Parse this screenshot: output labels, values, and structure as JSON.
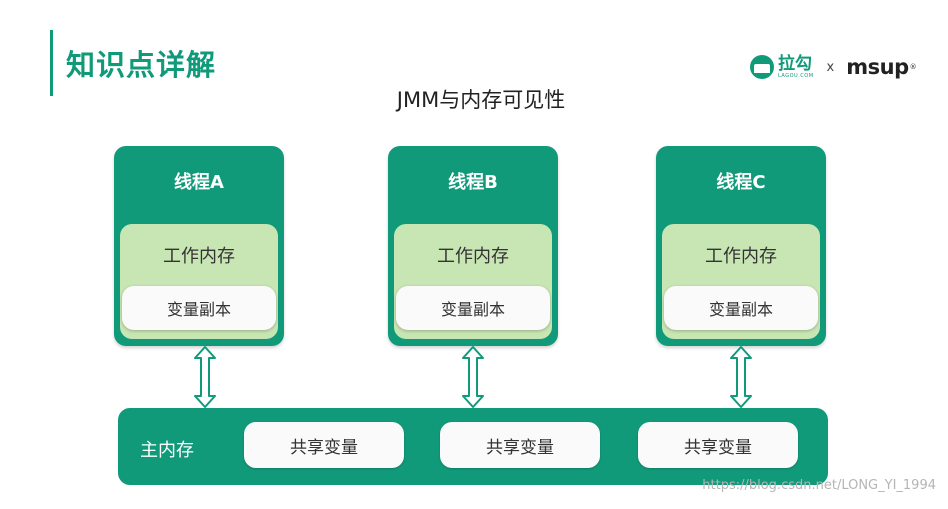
{
  "header": {
    "section_title": "知识点详解",
    "logo_lagou_cn": "拉勾",
    "logo_lagou_en": "LAGOU.COM",
    "logo_separator": "x",
    "logo_msup": "msup",
    "logo_reg": "®"
  },
  "diagram": {
    "title": "JMM与内存可见性",
    "threads": [
      {
        "title": "线程A",
        "working_memory": "工作内存",
        "variable_copy": "变量副本"
      },
      {
        "title": "线程B",
        "working_memory": "工作内存",
        "variable_copy": "变量副本"
      },
      {
        "title": "线程C",
        "working_memory": "工作内存",
        "variable_copy": "变量副本"
      }
    ],
    "main_memory": {
      "label": "主内存",
      "shared_variables": [
        "共享变量",
        "共享变量",
        "共享变量"
      ]
    },
    "colors": {
      "primary": "#109a7a",
      "working_memory_bg": "#c8e6b3",
      "card_bg": "#fafafa"
    }
  },
  "watermark": "https://blog.csdn.net/LONG_YI_1994"
}
